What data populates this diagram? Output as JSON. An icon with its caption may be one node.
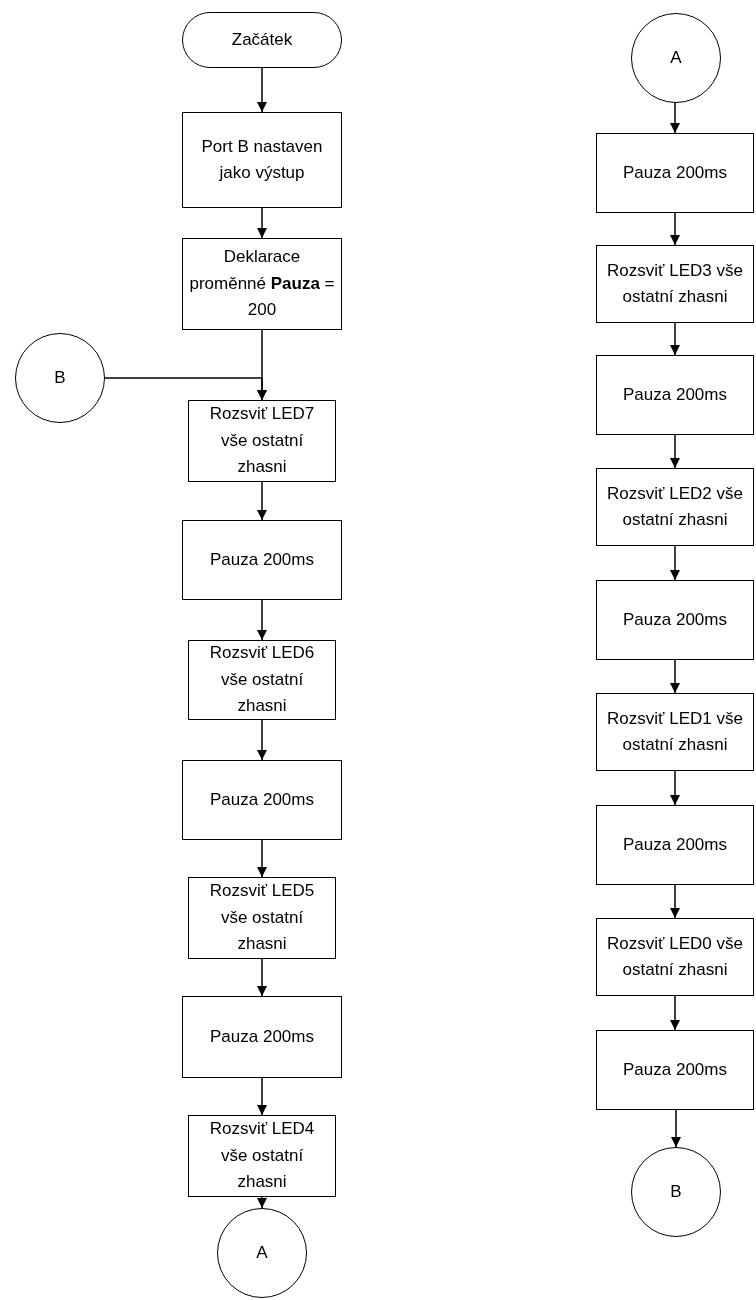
{
  "diagram": {
    "nodes": [
      {
        "text": [
          "Začátek"
        ]
      },
      {
        "text": [
          "Port B nastaven jako výstup"
        ]
      },
      {
        "text": [
          "Deklarace proměnné **Pauza** = 200"
        ]
      },
      {
        "text": [
          "B"
        ]
      },
      {
        "text": [
          "Rozsviť LED7 vše ostatní zhasni"
        ]
      },
      {
        "text": [
          "Pauza 200ms"
        ]
      },
      {
        "text": [
          "Rozsviť LED6 vše ostatní zhasni"
        ]
      },
      {
        "text": [
          "Pauza 200ms"
        ]
      },
      {
        "text": [
          "Rozsviť LED5 vše ostatní zhasni"
        ]
      },
      {
        "text": [
          "Pauza 200ms"
        ]
      },
      {
        "text": [
          "Rozsviť LED4 vše ostatní zhasni"
        ]
      },
      {
        "text": [
          "A"
        ]
      },
      {
        "text": [
          "A"
        ]
      },
      {
        "text": [
          "Pauza 200ms"
        ]
      },
      {
        "text": [
          "Rozsviť LED3 vše ostatní zhasni"
        ]
      },
      {
        "text": [
          "Pauza 200ms"
        ]
      },
      {
        "text": [
          "Rozsviť LED2 vše ostatní zhasni"
        ]
      },
      {
        "text": [
          "Pauza 200ms"
        ]
      },
      {
        "text": [
          "Rozsviť LED1 vše ostatní zhasni"
        ]
      },
      {
        "text": [
          "Pauza 200ms"
        ]
      },
      {
        "text": [
          "Rozsviť LED0 vše ostatní zhasni"
        ]
      },
      {
        "text": [
          "Pauza 200ms"
        ]
      },
      {
        "text": [
          "B"
        ]
      }
    ],
    "edges": [
      {
        "from": 0,
        "to": 1,
        "arrow": "to"
      },
      {
        "from": 1,
        "to": 2,
        "arrow": "to"
      },
      {
        "from": 2,
        "to": 4,
        "arrow": "to"
      },
      {
        "from": 3,
        "to": 4,
        "arrow": "to"
      },
      {
        "from": 4,
        "to": 5,
        "arrow": "to"
      },
      {
        "from": 5,
        "to": 6,
        "arrow": "to"
      },
      {
        "from": 6,
        "to": 7,
        "arrow": "to"
      },
      {
        "from": 7,
        "to": 8,
        "arrow": "to"
      },
      {
        "from": 8,
        "to": 9,
        "arrow": "to"
      },
      {
        "from": 9,
        "to": 10,
        "arrow": "to"
      },
      {
        "from": 10,
        "to": 11,
        "arrow": "to"
      },
      {
        "from": 12,
        "to": 13,
        "arrow": "to"
      },
      {
        "from": 13,
        "to": 14,
        "arrow": "to"
      },
      {
        "from": 14,
        "to": 15,
        "arrow": "to"
      },
      {
        "from": 15,
        "to": 16,
        "arrow": "to"
      },
      {
        "from": 16,
        "to": 17,
        "arrow": "to"
      },
      {
        "from": 17,
        "to": 18,
        "arrow": "to"
      },
      {
        "from": 18,
        "to": 19,
        "arrow": "to"
      },
      {
        "from": 19,
        "to": 20,
        "arrow": "to"
      },
      {
        "from": 20,
        "to": 21,
        "arrow": "to"
      },
      {
        "from": 21,
        "to": 22,
        "arrow": "to"
      }
    ]
  }
}
